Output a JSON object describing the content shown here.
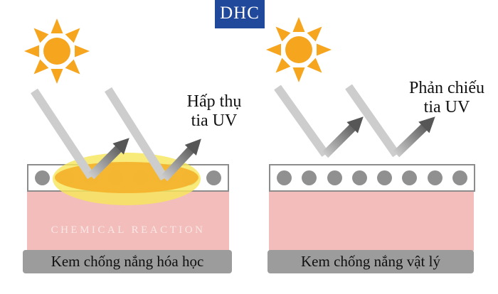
{
  "logo": {
    "text": "DHC"
  },
  "colors": {
    "logo_bg": "#20489B",
    "sun": "#F6A51E",
    "uv_ray": "#CDCDCD",
    "arrow_dark": "#565656",
    "strip_border": "#8C8C8C",
    "particle": "#909090",
    "glow_outer": "#F6E75B",
    "glow_inner": "#F4B42E",
    "skin": "#F2BDBA",
    "caption_bar": "#9C9C9C"
  },
  "left_panel": {
    "annotation_line1": "Hấp thụ",
    "annotation_line2": "tia UV",
    "layer_label": "CHEMICAL REACTION",
    "caption": "Kem chống nắng hóa học",
    "particle_count": 8
  },
  "right_panel": {
    "annotation_line1": "Phản chiếu",
    "annotation_line2": "tia UV",
    "caption": "Kem chống nắng vật lý",
    "particle_count": 8
  }
}
